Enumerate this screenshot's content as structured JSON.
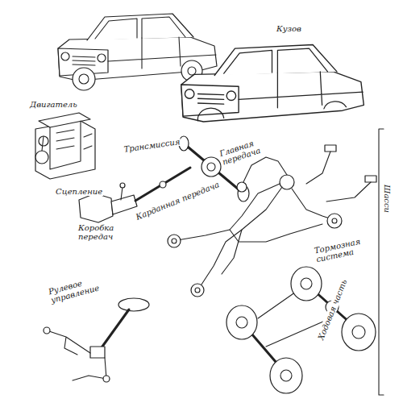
{
  "diagram": {
    "labels": [
      "Кузов",
      "Двигатель",
      "Трансмиссия",
      "Главная передача",
      "Сцепление",
      "Коробка передач",
      "Карданная передача",
      "Тормозная система",
      "Рулевое управление",
      "Ходовая часть",
      "Шасси"
    ]
  }
}
